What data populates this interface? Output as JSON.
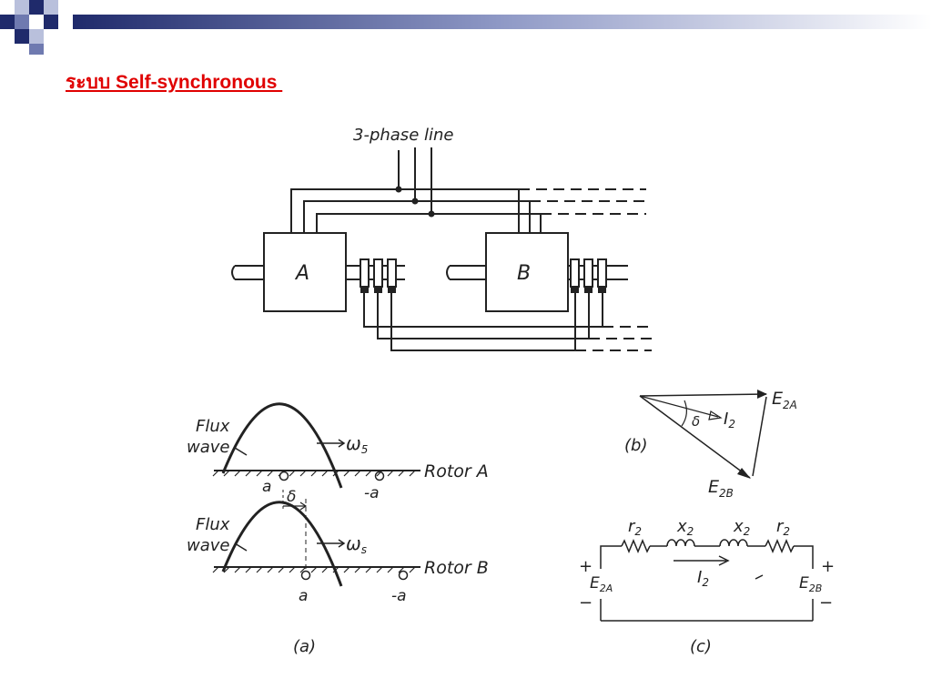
{
  "slide": {
    "title": "ระบบ Self-synchronous "
  },
  "diagram_top": {
    "supply_label": "3-phase line",
    "machine_a": "A",
    "machine_b": "B"
  },
  "diagram_a": {
    "flux_label_1": "Flux",
    "wave_label_1": "wave",
    "omega_1": "ω",
    "omega_1_sub": "5",
    "rotor_a": "Rotor A",
    "a_pos_1": "a",
    "a_neg_1": "-a",
    "delta": "δ",
    "flux_label_2": "Flux",
    "wave_label_2": "wave",
    "omega_2": "ω",
    "omega_2_sub": "s",
    "rotor_b": "Rotor B",
    "a_pos_2": "a",
    "a_neg_2": "-a",
    "caption": "(a)"
  },
  "diagram_b": {
    "e2a": "E",
    "e2a_sub": "2A",
    "i2": "I",
    "i2_sub": "2",
    "delta": "δ",
    "e2b": "E",
    "e2b_sub": "2B",
    "caption": "(b)"
  },
  "diagram_c": {
    "r2_left": "r",
    "r2_left_sub": "2",
    "x2_left": "x",
    "x2_left_sub": "2",
    "x2_right": "x",
    "x2_right_sub": "2",
    "r2_right": "r",
    "r2_right_sub": "2",
    "plus_left": "+",
    "minus_left": "−",
    "e2a": "E",
    "e2a_sub": "2A",
    "i2": "I",
    "i2_sub": "2",
    "plus_right": "+",
    "minus_right": "−",
    "e2b": "E",
    "e2b_sub": "2B",
    "caption": "(c)"
  },
  "colors": {
    "accent_navy": "#1f2a6b",
    "accent_mid": "#6f7ab0",
    "accent_light": "#b9c0dc",
    "title_red": "#e00000"
  }
}
